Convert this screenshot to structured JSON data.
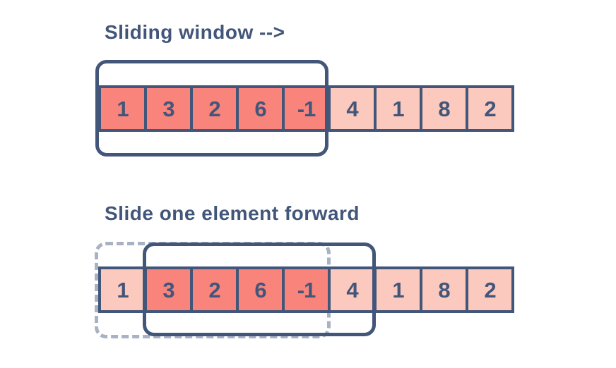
{
  "page": {
    "background": "#ffffff"
  },
  "colors": {
    "ink": "#42567a",
    "window_cell_fill": "#f8847c",
    "outside_cell_fill": "#fbc9bd",
    "previous_window_outline": "#a9b2c3"
  },
  "sections": [
    {
      "title": "Sliding window -->",
      "cells": [
        "1",
        "3",
        "2",
        "6",
        "-1",
        "4",
        "1",
        "8",
        "2"
      ],
      "highlighted_indices": [
        0,
        1,
        2,
        3,
        4
      ],
      "windows": [
        {
          "style": "solid",
          "start_index": 0,
          "length": 5
        }
      ]
    },
    {
      "title": "Slide one element forward",
      "cells": [
        "1",
        "3",
        "2",
        "6",
        "-1",
        "4",
        "1",
        "8",
        "2"
      ],
      "highlighted_indices": [
        1,
        2,
        3,
        4
      ],
      "windows": [
        {
          "style": "dashed",
          "start_index": 0,
          "length": 5
        },
        {
          "style": "solid",
          "start_index": 1,
          "length": 5
        }
      ]
    }
  ]
}
